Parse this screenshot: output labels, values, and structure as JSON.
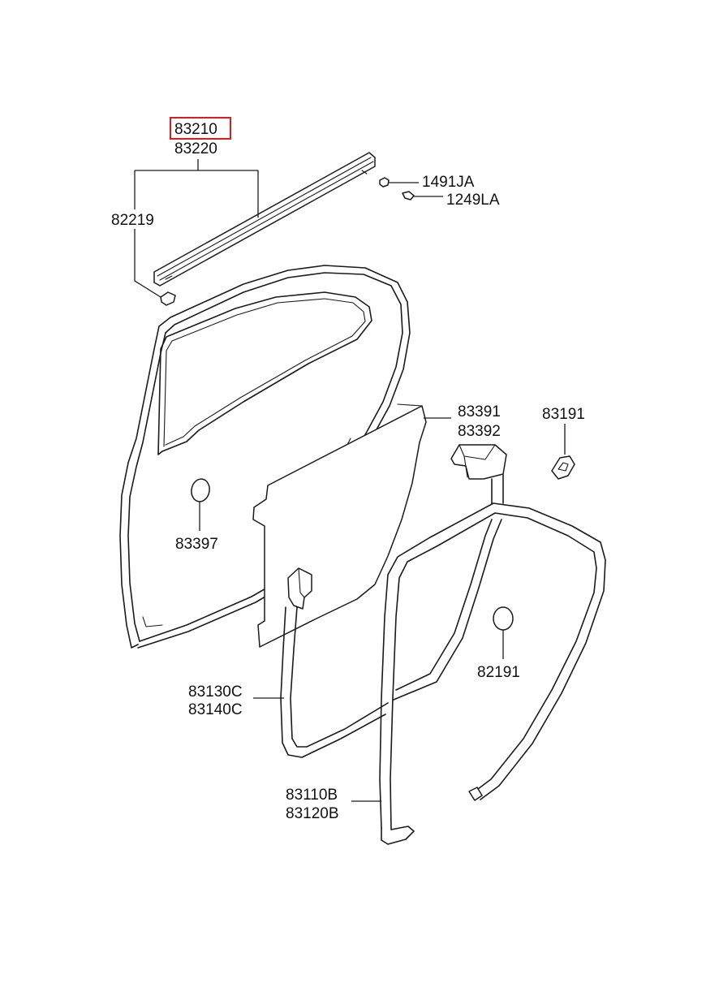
{
  "diagram": {
    "highlight_color": "#e01b1b",
    "labels": {
      "p83210": "83210",
      "p83220": "83220",
      "p82219": "82219",
      "p1491JA": "1491JA",
      "p1249LA": "1249LA",
      "p83391": "83391",
      "p83392": "83392",
      "p83191": "83191",
      "p83397": "83397",
      "p82191": "82191",
      "p83130C": "83130C",
      "p83140C": "83140C",
      "p83110B": "83110B",
      "p83120B": "83120B"
    }
  }
}
